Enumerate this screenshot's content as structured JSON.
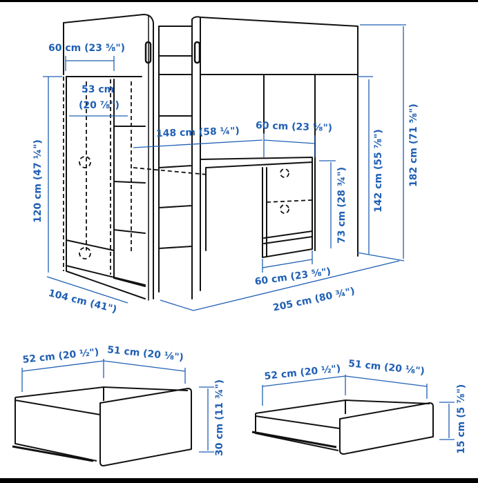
{
  "diagram": {
    "type": "dimension-drawing",
    "subject": "Loft bed with desk, wardrobe, ladder and drawers",
    "accent_color": "#1f5fb4",
    "line_color": "#111111"
  },
  "loft_bed": {
    "dimensions": {
      "wardrobe_width": "60 cm (23 ⅝\")",
      "wardrobe_inner_width_cm": "53 cm",
      "wardrobe_inner_width_in": "(20 ⅞\")",
      "bed_inner_length": "148 cm (58 ¼\")",
      "desk_depth": "60 cm (23 ⅝\")",
      "wardrobe_height": "120 cm (47 ¼\")",
      "desk_height": "73 cm (28 ¾\")",
      "bed_platform_height": "142 cm (55 ⅞\")",
      "total_height": "182 cm (71 ⅝\")",
      "total_depth": "104 cm (41\")",
      "desk_width": "60 cm (23 ⅝\")",
      "total_length": "205 cm (80 ¾\")"
    }
  },
  "drawer_large": {
    "width": "52 cm (20 ½\")",
    "depth": "51 cm (20 ⅛\")",
    "height": "30 cm (11 ¾\")"
  },
  "drawer_small": {
    "width": "52 cm (20 ½\")",
    "depth": "51 cm (20 ⅛\")",
    "height": "15 cm (5 ⅞\")"
  }
}
